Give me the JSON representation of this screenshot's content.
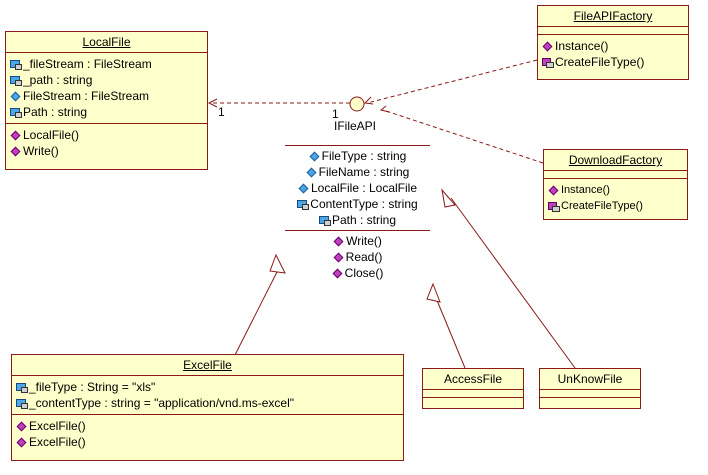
{
  "local_file": {
    "title": "LocalFile",
    "fields": [
      {
        "icon": "lock-field-icon",
        "text": "_fileStream : FileStream"
      },
      {
        "icon": "lock-field-icon",
        "text": "_path : string"
      },
      {
        "icon": "field-icon",
        "text": "FileStream : FileStream"
      },
      {
        "icon": "lock-field-icon",
        "text": "Path : string"
      }
    ],
    "methods": [
      {
        "icon": "method-icon",
        "text": "LocalFile()"
      },
      {
        "icon": "method-icon",
        "text": "Write()"
      }
    ]
  },
  "file_api_factory": {
    "title": "FileAPIFactory",
    "methods": [
      {
        "icon": "method-icon",
        "text": "Instance()"
      },
      {
        "icon": "lock-method-icon",
        "text": "CreateFileType()"
      }
    ]
  },
  "download_factory": {
    "title": "DownloadFactory",
    "methods": [
      {
        "icon": "method-icon",
        "text": "Instance()"
      },
      {
        "icon": "lock-method-icon",
        "text": "CreateFileType()"
      }
    ]
  },
  "ifile_api": {
    "name": "IFileAPI",
    "properties": [
      {
        "icon": "field-icon",
        "text": "FileType : string"
      },
      {
        "icon": "field-icon",
        "text": "FileName : string"
      },
      {
        "icon": "field-icon",
        "text": "LocalFile : LocalFile"
      },
      {
        "icon": "lock-field-icon",
        "text": "ContentType : string"
      },
      {
        "icon": "lock-field-icon",
        "text": "Path : string"
      }
    ],
    "methods": [
      {
        "icon": "method-icon",
        "text": "Write()"
      },
      {
        "icon": "method-icon",
        "text": "Read()"
      },
      {
        "icon": "method-icon",
        "text": "Close()"
      }
    ]
  },
  "excel_file": {
    "title": "ExcelFile",
    "fields": [
      {
        "icon": "lock-field-icon",
        "text": "_fileType : String = \"xls\""
      },
      {
        "icon": "lock-field-icon",
        "text": "_contentType : string = \"application/vnd.ms-excel\""
      }
    ],
    "methods": [
      {
        "icon": "method-icon",
        "text": "ExcelFile()"
      },
      {
        "icon": "method-icon",
        "text": "ExcelFile()"
      }
    ]
  },
  "access_file": {
    "title": "AccessFile"
  },
  "unknow_file": {
    "title": "UnKnowFile"
  },
  "multiplicity": {
    "local_file_end": "1",
    "ifile_api_end": "1"
  },
  "colors": {
    "box_fill": "#ffffcc",
    "box_border": "#8b1a1a",
    "connector": "#8b1a1a"
  }
}
